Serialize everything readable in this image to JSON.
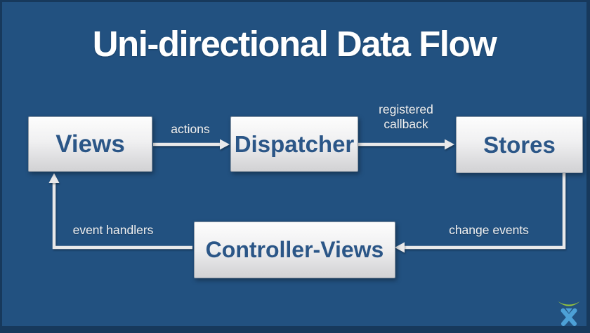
{
  "slide": {
    "title": "Uni-directional Data Flow",
    "background_color": "#225180",
    "frame_color": "#17395c",
    "box_text_color": "#2b5687",
    "arrow_color": "#e9e9ea",
    "label_color": "#f2f2f2"
  },
  "nodes": [
    {
      "id": "views",
      "label": "Views"
    },
    {
      "id": "dispatcher",
      "label": "Dispatcher"
    },
    {
      "id": "stores",
      "label": "Stores"
    },
    {
      "id": "controller-views",
      "label": "Controller-Views"
    }
  ],
  "edges": [
    {
      "from": "views",
      "to": "dispatcher",
      "label": "actions"
    },
    {
      "from": "dispatcher",
      "to": "stores",
      "label": "registered callback"
    },
    {
      "from": "stores",
      "to": "controller-views",
      "label": "change events"
    },
    {
      "from": "controller-views",
      "to": "views",
      "label": "event handlers"
    }
  ],
  "logo": {
    "name": "atlassian-logo",
    "arc_color": "#94c23d",
    "figure_color": "#4da0d6"
  }
}
